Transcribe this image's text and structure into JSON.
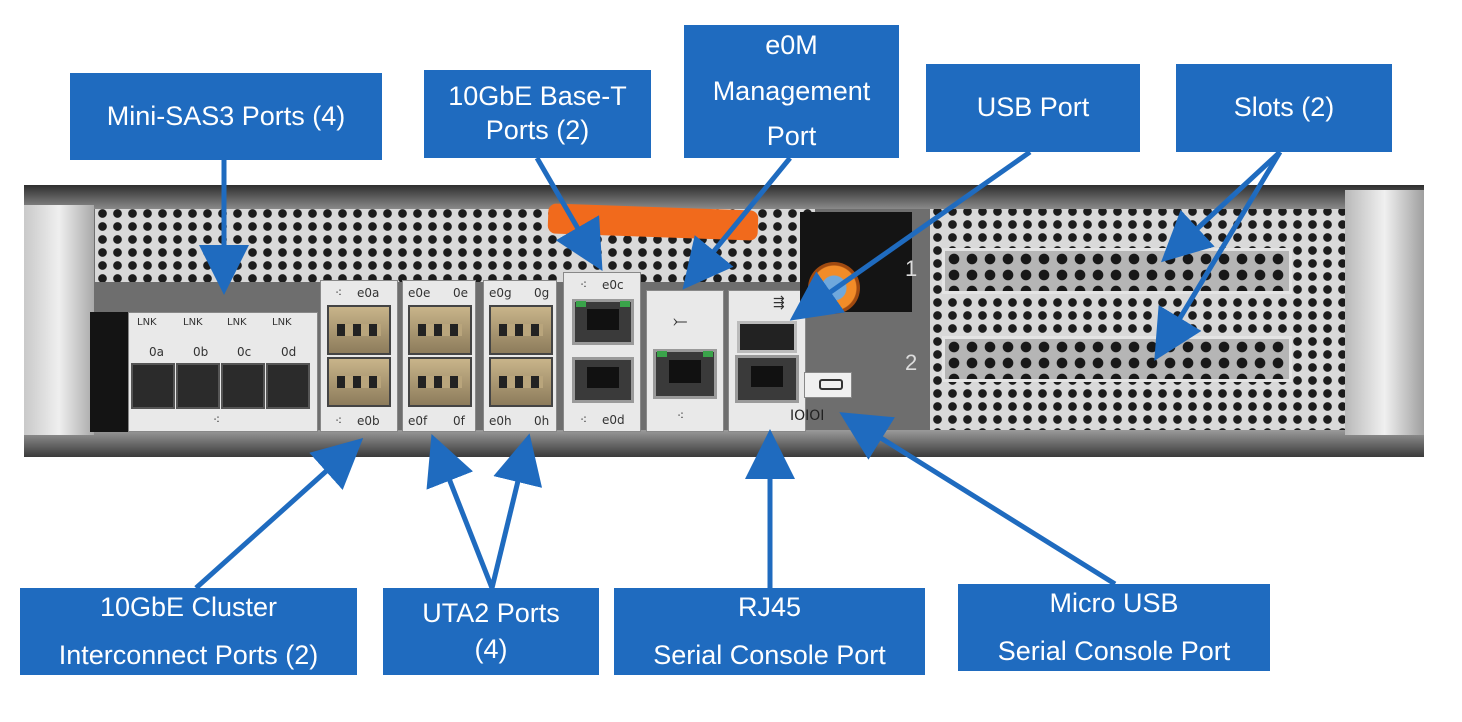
{
  "callouts": {
    "mini_sas": "Mini-SAS3 Ports (4)",
    "base_t_line1": "10GbE Base-T",
    "base_t_line2": "Ports (2)",
    "e0m_line1": "e0M",
    "e0m_line2": "Management",
    "e0m_line3": "Port",
    "usb_port": "USB Port",
    "slots": "Slots (2)",
    "cluster_line1": "10GbE Cluster",
    "cluster_line2": "Interconnect Ports (2)",
    "uta2_line1": "UTA2 Ports",
    "uta2_line2": "(4)",
    "rj45_line1": "RJ45",
    "rj45_line2": "Serial Console Port",
    "micro_usb_line1": "Micro USB",
    "micro_usb_line2": "Serial Console Port"
  },
  "port_labels": {
    "sas_lnk": [
      "LNK",
      "LNK",
      "LNK",
      "LNK"
    ],
    "sas": [
      "0a",
      "0b",
      "0c",
      "0d"
    ],
    "e0a": "e0a",
    "e0b": "e0b",
    "e0e": "e0e",
    "p0e": "0e",
    "e0f": "e0f",
    "p0f": "0f",
    "e0g": "e0g",
    "p0g": "0g",
    "e0h": "e0h",
    "p0h": "0h",
    "e0c": "e0c",
    "e0d": "e0d",
    "serial_glyph": "IOIOI",
    "slot_1": "1",
    "slot_2": "2"
  },
  "colors": {
    "callout_fill": "#1f6bbf",
    "arrow": "#1f6bbf",
    "handle": "#f16a1c"
  },
  "icons": {
    "network": "network-icon",
    "wrench": "wrench-icon",
    "usb": "usb-icon"
  }
}
